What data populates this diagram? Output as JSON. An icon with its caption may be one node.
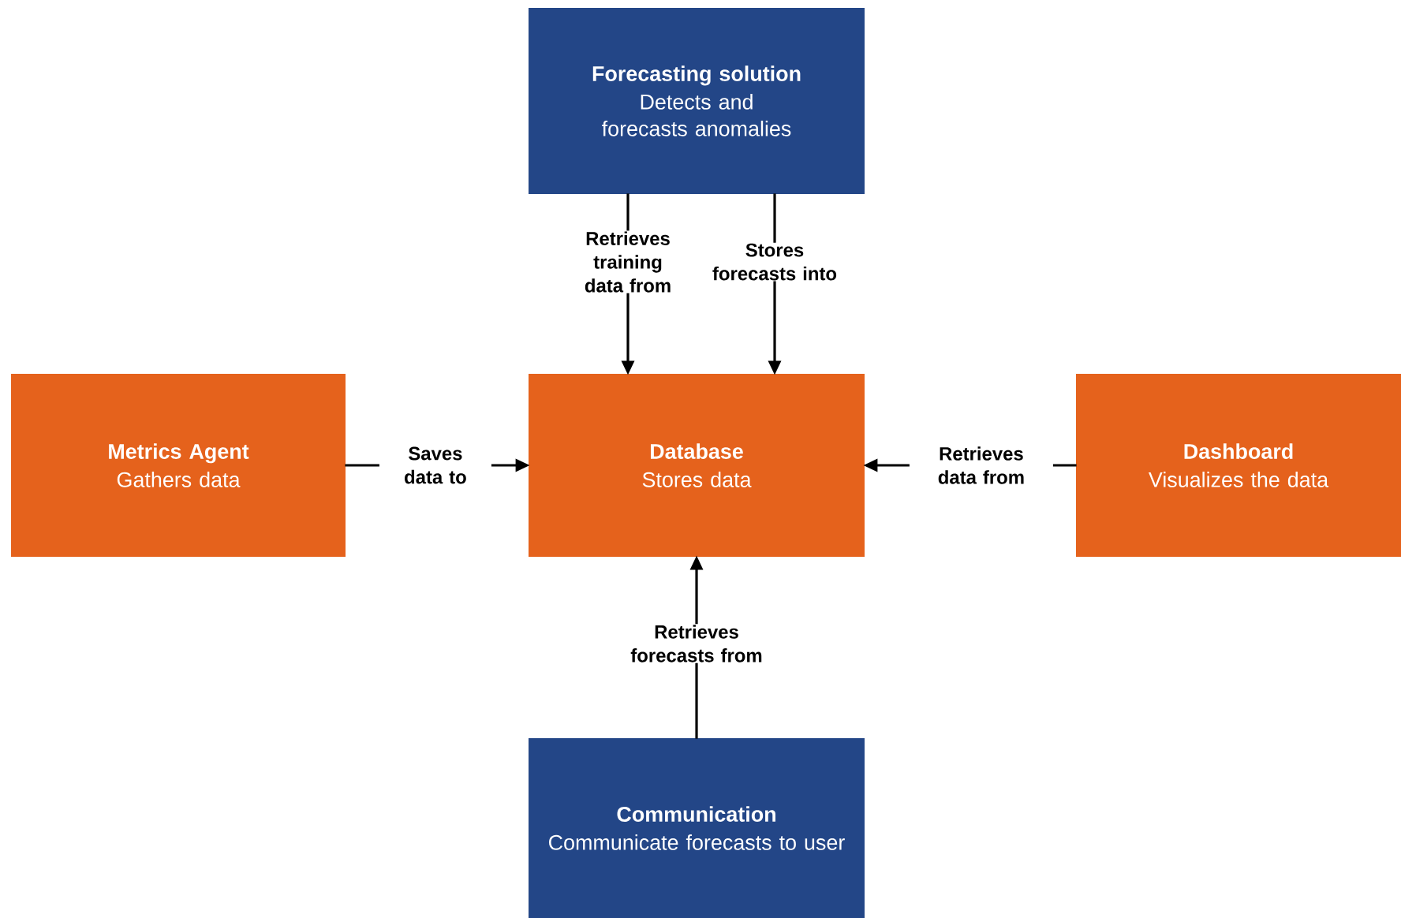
{
  "diagram": {
    "nodes": [
      {
        "text": [
          "Forecasting solution",
          "Detects and forecasts anomalies"
        ]
      },
      {
        "text": [
          "Metrics Agent",
          "Gathers data"
        ]
      },
      {
        "text": [
          "Database",
          "Stores data"
        ]
      },
      {
        "text": [
          "Dashboard",
          "Visualizes the data"
        ]
      },
      {
        "text": [
          "Communication",
          "Communicate forecasts to user"
        ]
      }
    ],
    "edges": [
      {
        "from": 0,
        "to": 2,
        "arrow": "to",
        "label": "Retrieves training data from"
      },
      {
        "from": 0,
        "to": 2,
        "arrow": "to",
        "label": "Stores forecasts into"
      },
      {
        "from": 1,
        "to": 2,
        "arrow": "to",
        "label": "Saves data to"
      },
      {
        "from": 3,
        "to": 2,
        "arrow": "to",
        "label": "Retrieves data from"
      },
      {
        "from": 4,
        "to": 2,
        "arrow": "to",
        "label": "Retrieves forecasts from"
      }
    ]
  }
}
